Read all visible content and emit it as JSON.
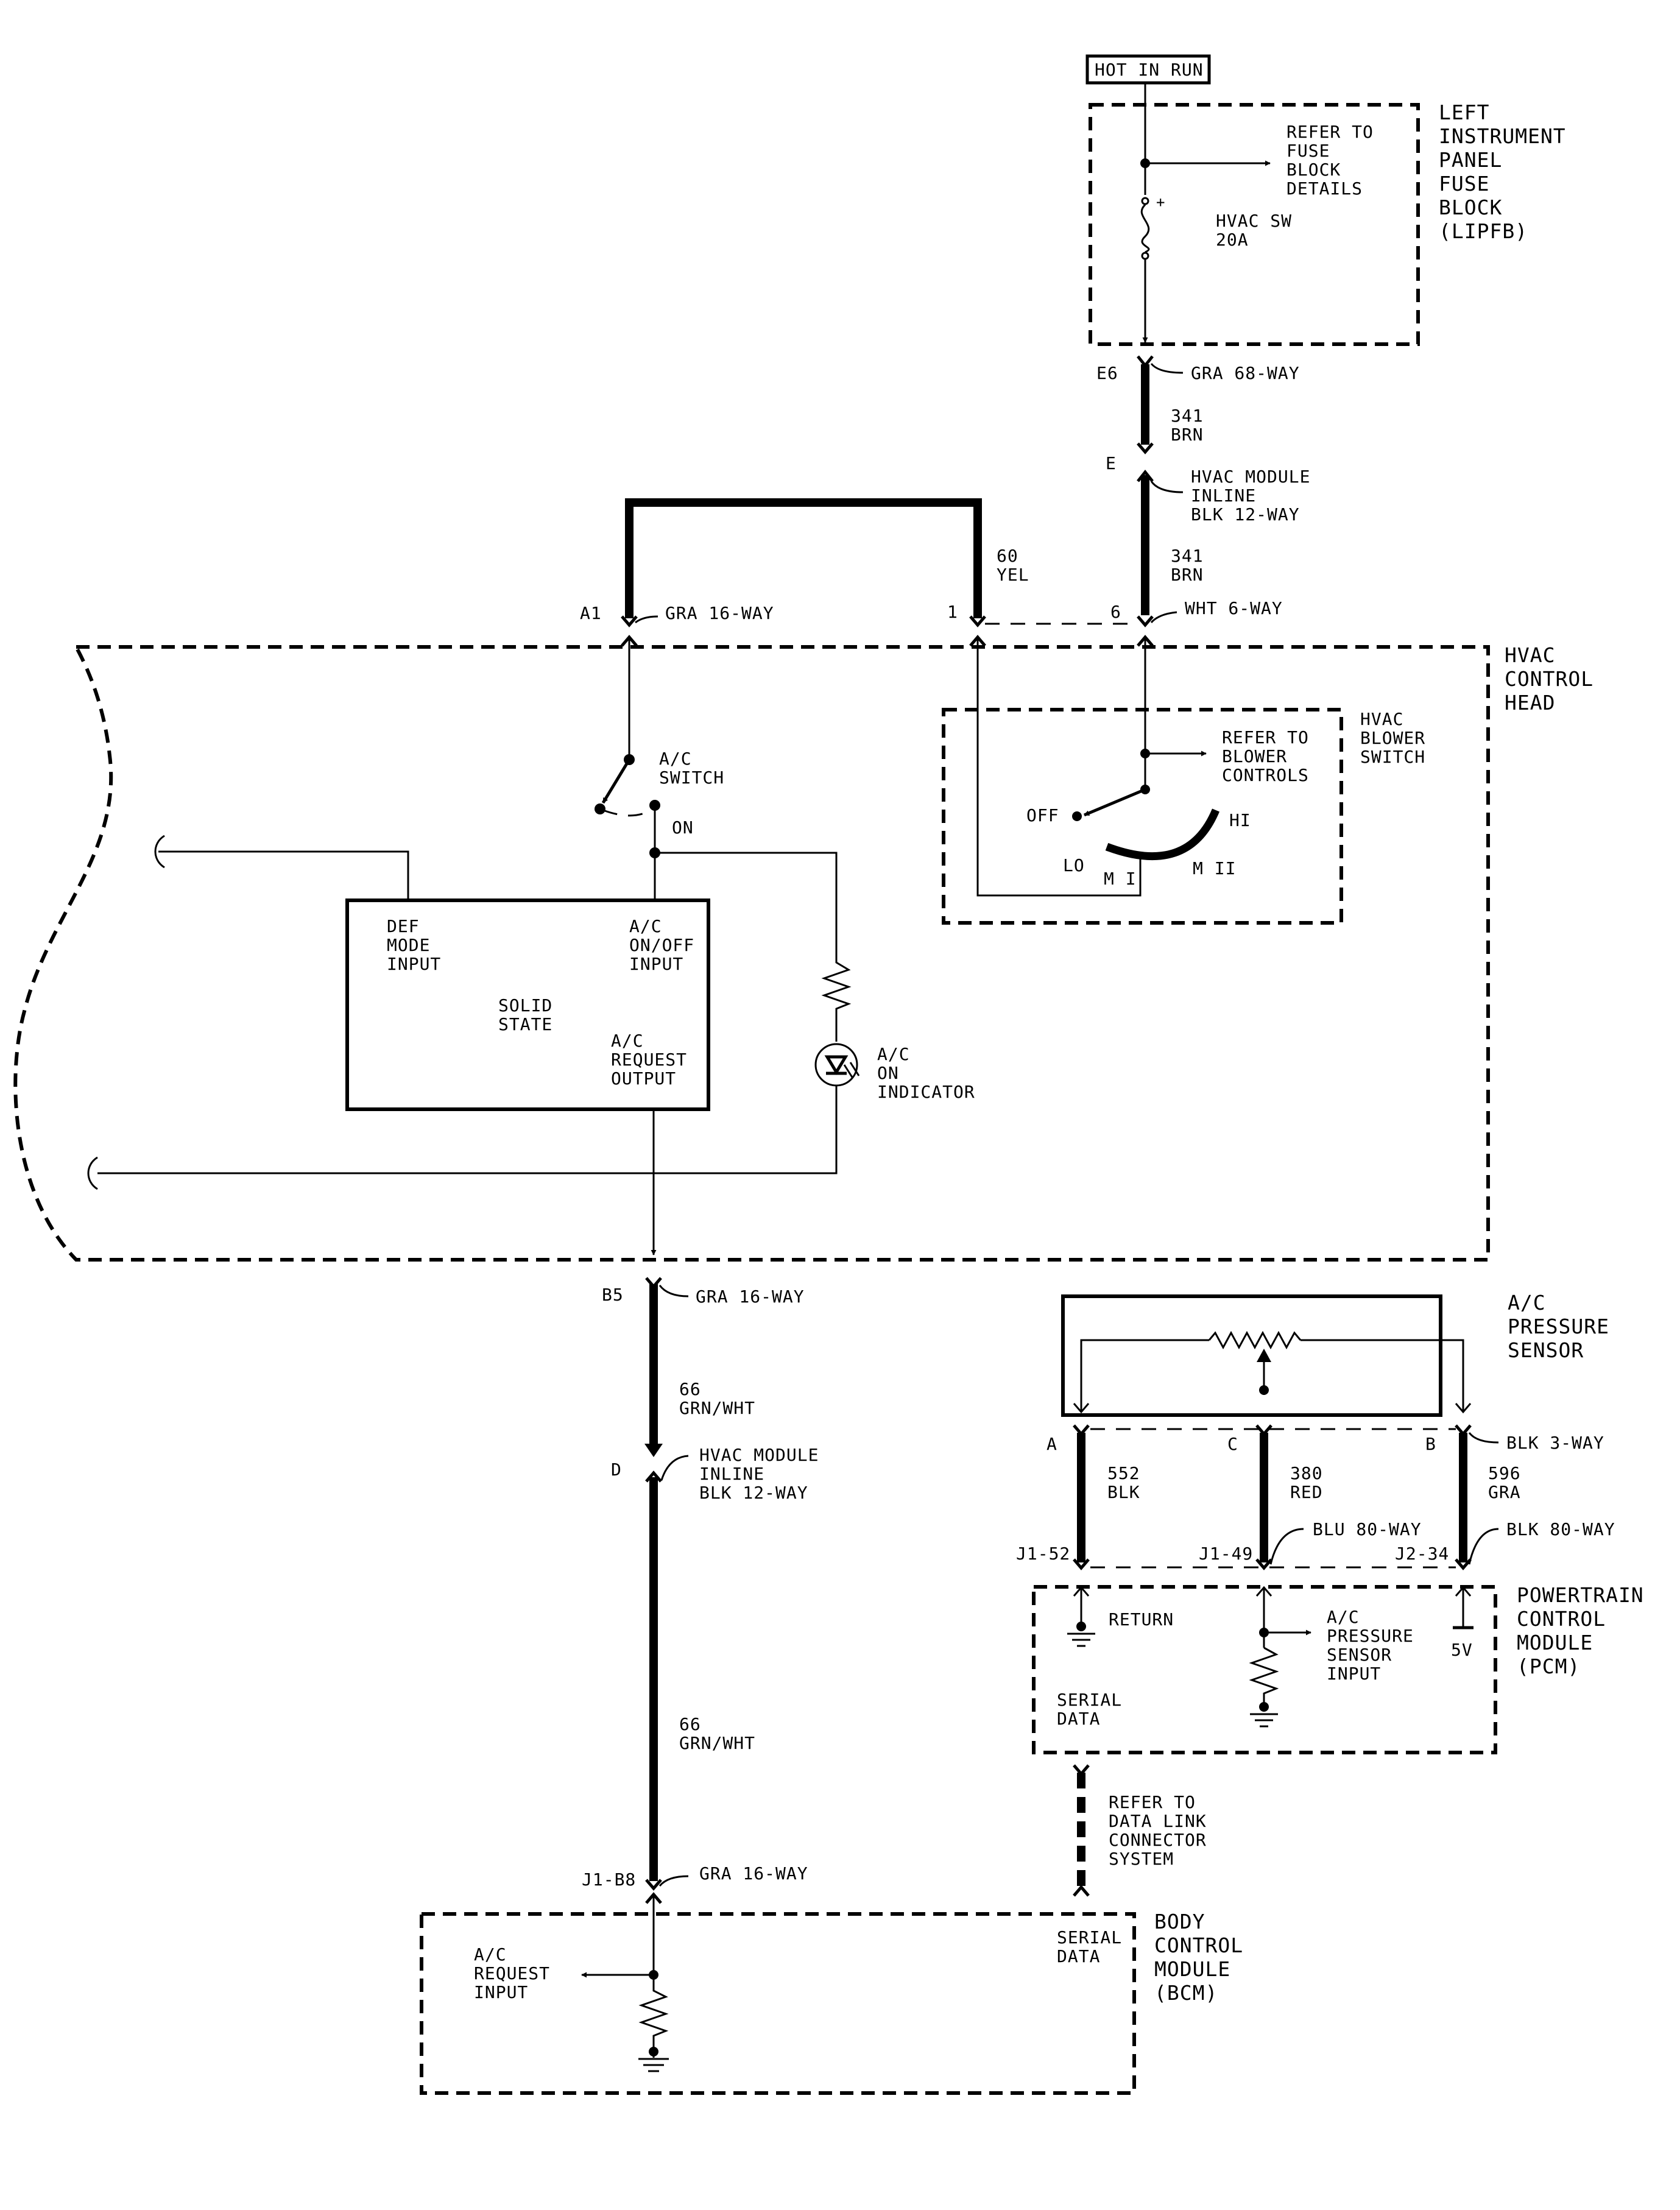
{
  "top": {
    "hot_in_run": "HOT IN RUN"
  },
  "fuse_block": {
    "title": [
      "LEFT",
      "INSTRUMENT",
      "PANEL",
      "FUSE",
      "BLOCK",
      "(LIPFB)"
    ],
    "refer": [
      "REFER TO",
      "FUSE",
      "BLOCK",
      "DETAILS"
    ],
    "fuse": [
      "HVAC SW",
      "20A"
    ],
    "plus": "+"
  },
  "connectors": {
    "e6_pin": "E6",
    "e6_label": "GRA 68-WAY",
    "e_pin": "E",
    "e_label": [
      "HVAC MODULE",
      "INLINE",
      "BLK 12-WAY"
    ],
    "a1_pin": "A1",
    "a1_label": "GRA 16-WAY",
    "pin1": "1",
    "pin6": "6",
    "wht_label": "WHT 6-WAY",
    "b5_pin": "B5",
    "b5_label": "GRA 16-WAY",
    "d_pin": "D",
    "d_label": [
      "HVAC MODULE",
      "INLINE",
      "BLK 12-WAY"
    ],
    "j1b8_pin": "J1-B8",
    "j1b8_label": "GRA 16-WAY",
    "a_pin": "A",
    "c_pin": "C",
    "b_pin": "B",
    "blk3_label": "BLK 3-WAY",
    "j152_pin": "J1-52",
    "j149_pin": "J1-49",
    "blu80_label": "BLU 80-WAY",
    "j234_pin": "J2-34",
    "blk80_label": "BLK 80-WAY"
  },
  "wires": {
    "w341a": [
      "341",
      "BRN"
    ],
    "w341b": [
      "341",
      "BRN"
    ],
    "w60": [
      "60",
      "YEL"
    ],
    "w66a": [
      "66",
      "GRN/WHT"
    ],
    "w66b": [
      "66",
      "GRN/WHT"
    ],
    "w552": [
      "552",
      "BLK"
    ],
    "w380": [
      "380",
      "RED"
    ],
    "w596": [
      "596",
      "GRA"
    ]
  },
  "control_head": {
    "title": [
      "HVAC",
      "CONTROL",
      "HEAD"
    ],
    "ac_switch": [
      "A/C",
      "SWITCH"
    ],
    "on": "ON",
    "solid_state": {
      "def_mode": [
        "DEF",
        "MODE",
        "INPUT"
      ],
      "ac_onoff": [
        "A/C",
        "ON/OFF",
        "INPUT"
      ],
      "center": [
        "SOLID",
        "STATE"
      ],
      "ac_request": [
        "A/C",
        "REQUEST",
        "OUTPUT"
      ]
    },
    "indicator": [
      "A/C",
      "ON",
      "INDICATOR"
    ],
    "blower": {
      "title": [
        "HVAC",
        "BLOWER",
        "SWITCH"
      ],
      "refer": [
        "REFER TO",
        "BLOWER",
        "CONTROLS"
      ],
      "off": "OFF",
      "hi": "HI",
      "lo": "LO",
      "m1": "M I",
      "m2": "M II"
    }
  },
  "pressure_sensor": {
    "title": [
      "A/C",
      "PRESSURE",
      "SENSOR"
    ]
  },
  "pcm": {
    "title": [
      "POWERTRAIN",
      "CONTROL",
      "MODULE",
      "(PCM)"
    ],
    "return": "RETURN",
    "ac_input": [
      "A/C",
      "PRESSURE",
      "SENSOR",
      "INPUT"
    ],
    "v5": "5V",
    "serial": [
      "SERIAL",
      "DATA"
    ]
  },
  "data_link": {
    "refer": [
      "REFER TO",
      "DATA LINK",
      "CONNECTOR",
      "SYSTEM"
    ]
  },
  "bcm": {
    "title": [
      "BODY",
      "CONTROL",
      "MODULE",
      "(BCM)"
    ],
    "ac_request": [
      "A/C",
      "REQUEST",
      "INPUT"
    ],
    "serial": [
      "SERIAL",
      "DATA"
    ]
  }
}
